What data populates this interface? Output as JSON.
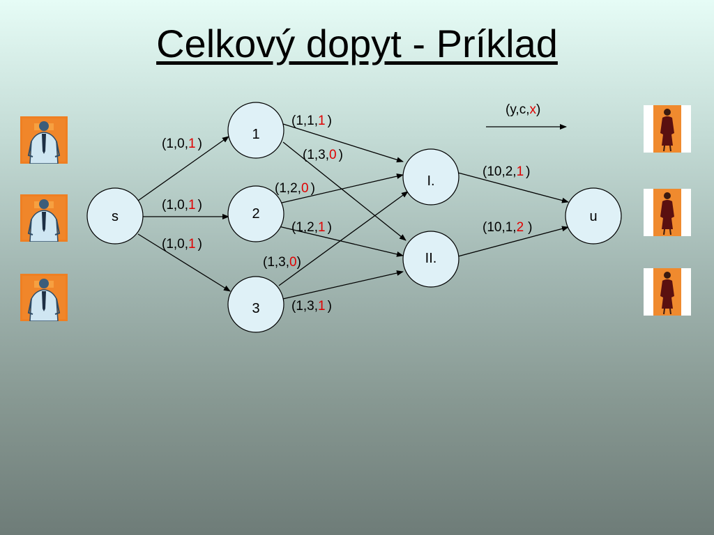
{
  "slide": {
    "title": "Celkový dopyt - Príklad"
  },
  "legend": {
    "label_prefix": "(y,c,",
    "label_x": "x",
    "label_suffix": ")"
  },
  "nodes": [
    {
      "id": "s",
      "label": "s"
    },
    {
      "id": "n1",
      "label": "1"
    },
    {
      "id": "n2",
      "label": "2"
    },
    {
      "id": "n3",
      "label": "3"
    },
    {
      "id": "nI",
      "label": "I."
    },
    {
      "id": "nII",
      "label": "II."
    },
    {
      "id": "u",
      "label": "u"
    }
  ],
  "edges": [
    {
      "from": "s",
      "to": "n1",
      "prefix": "(1,0,",
      "x": "1",
      "suffix": ")"
    },
    {
      "from": "s",
      "to": "n2",
      "prefix": "(1,0,",
      "x": "1",
      "suffix": ")"
    },
    {
      "from": "s",
      "to": "n3",
      "prefix": "(1,0,",
      "x": "1",
      "suffix": ")"
    },
    {
      "from": "n1",
      "to": "nI",
      "prefix": "(1,1,",
      "x": "1",
      "suffix": ")"
    },
    {
      "from": "n1",
      "to": "nII",
      "prefix": "(1,3,",
      "x": "0",
      "suffix": ")"
    },
    {
      "from": "n2",
      "to": "nI",
      "prefix": "(1,2,",
      "x": "0",
      "suffix": ")"
    },
    {
      "from": "n2",
      "to": "nII",
      "prefix": "(1,2,",
      "x": "1",
      "suffix": ")"
    },
    {
      "from": "n3",
      "to": "nI",
      "prefix": "(1,3,",
      "x": "0",
      "suffix": ")"
    },
    {
      "from": "n3",
      "to": "nII",
      "prefix": "(1,3,",
      "x": "1",
      "suffix": ")"
    },
    {
      "from": "nI",
      "to": "u",
      "prefix": "(10,2,",
      "x": "1",
      "suffix": ")"
    },
    {
      "from": "nII",
      "to": "u",
      "prefix": "(10,1,",
      "x": "2",
      "suffix": ")"
    }
  ],
  "colors": {
    "x_value": "#e00000",
    "node_fill": "#dff1f7",
    "man_background": "#ef7f22"
  },
  "icons": {
    "left_people": [
      "man-icon",
      "man-icon",
      "man-icon"
    ],
    "right_people": [
      "woman-icon",
      "woman-icon",
      "woman-icon"
    ]
  }
}
